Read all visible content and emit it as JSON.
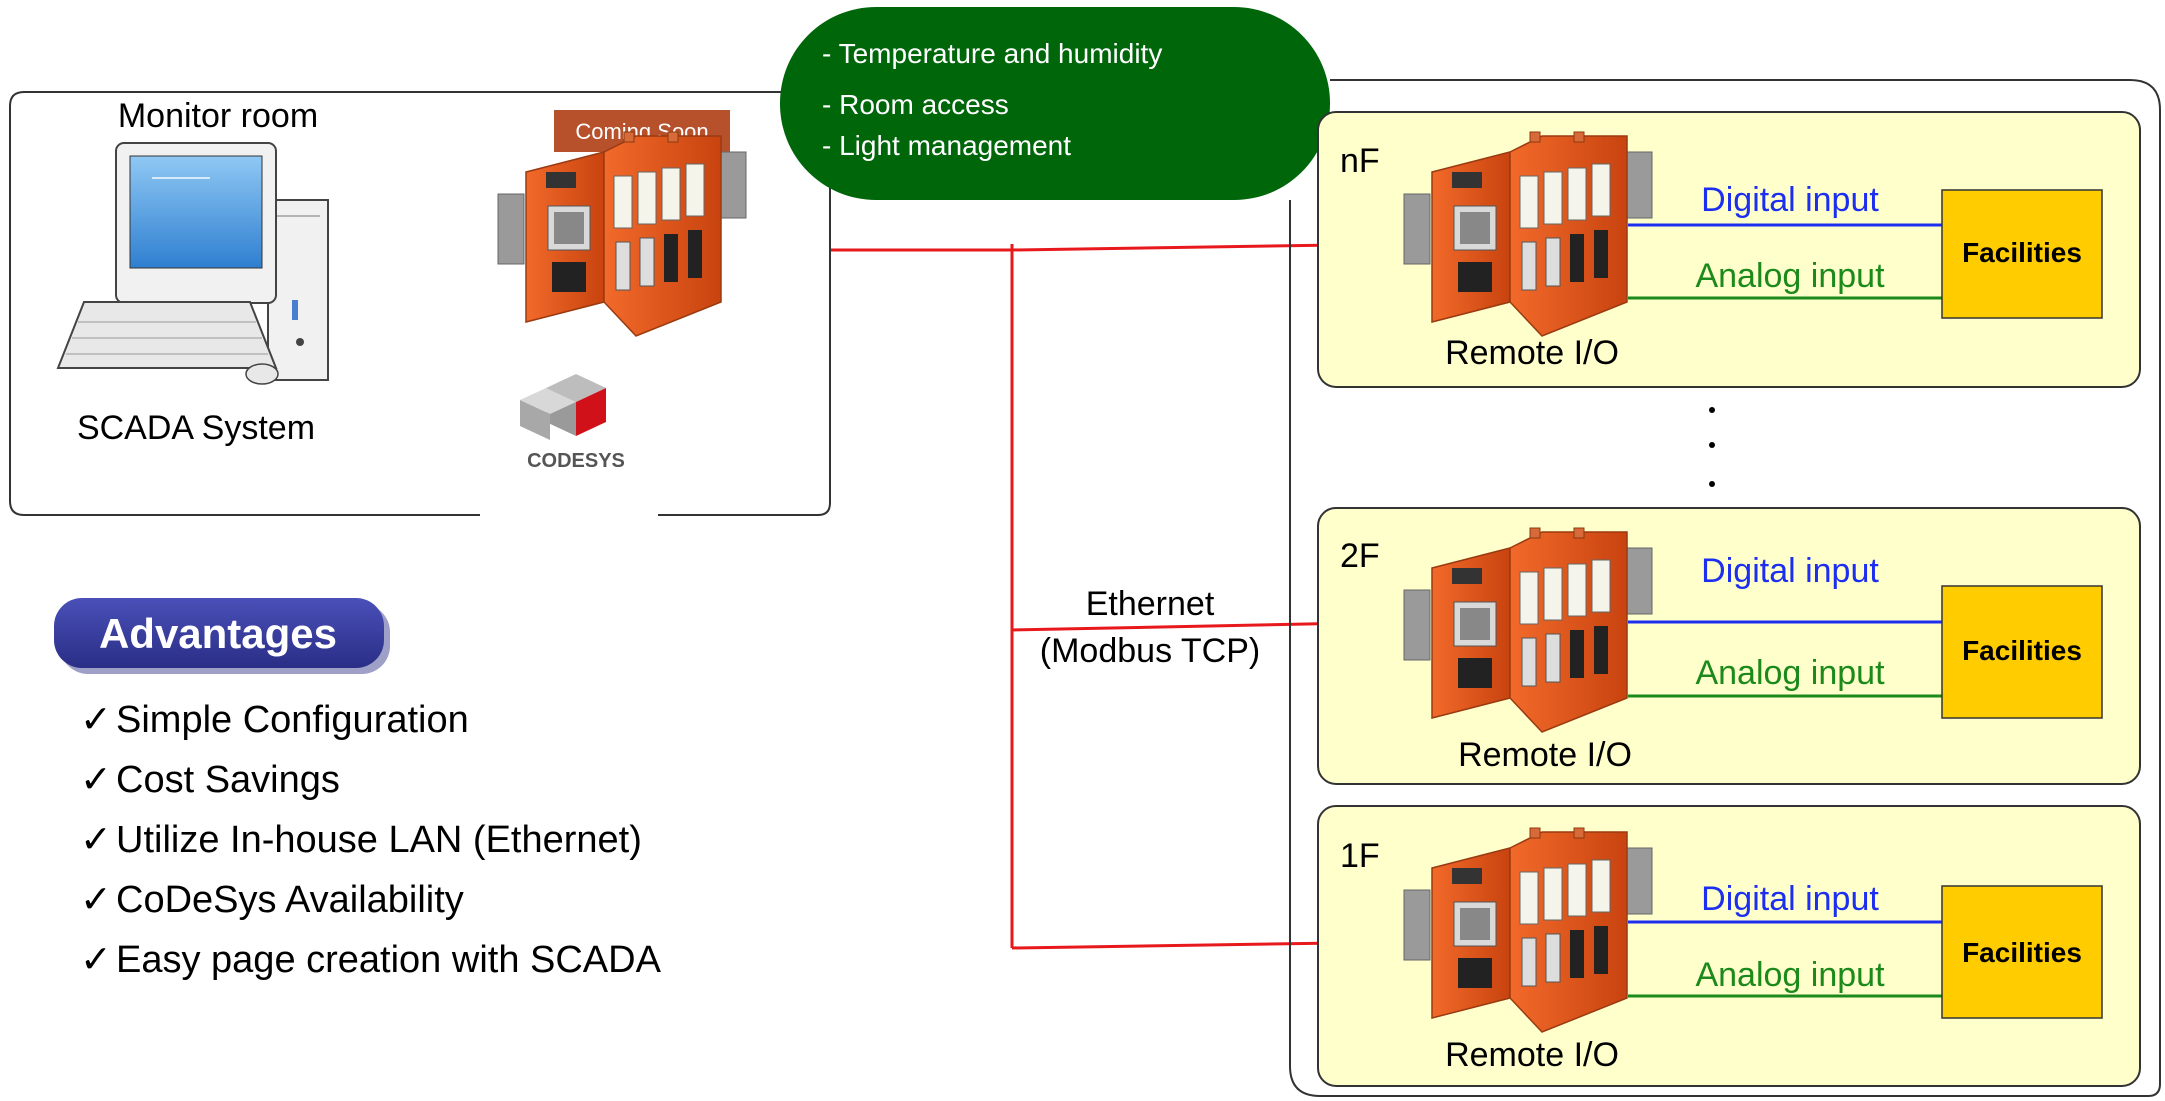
{
  "monitor_room": {
    "title": "Monitor room",
    "scada_label": "SCADA System",
    "coming_soon": "Coming Soon",
    "codesys_logo_text": "CODESYS"
  },
  "features_bubble": {
    "lines": [
      "- Temperature and humidity",
      "- Room  access",
      "- Light management"
    ]
  },
  "network": {
    "ethernet_line1": "Ethernet",
    "ethernet_line2": "(Modbus TCP)"
  },
  "floors": [
    {
      "floor": "nF",
      "remote_label": "Remote I/O",
      "digital_label": "Digital input",
      "analog_label": "Analog input",
      "facilities_label": "Facilities"
    },
    {
      "floor": "2F",
      "remote_label": "Remote I/O",
      "digital_label": "Digital input",
      "analog_label": "Analog input",
      "facilities_label": "Facilities"
    },
    {
      "floor": "1F",
      "remote_label": "Remote I/O",
      "digital_label": "Digital input",
      "analog_label": "Analog input",
      "facilities_label": "Facilities"
    }
  ],
  "advantages": {
    "title": "Advantages",
    "items": [
      "Simple Configuration",
      "Cost Savings",
      "Utilize In-house LAN (Ethernet)",
      "CoDeSys Availability",
      "Easy page creation with SCADA"
    ]
  },
  "colors": {
    "network_line": "#e8191d",
    "digital_line": "#1c2ef0",
    "analog_line": "#1b8a1b",
    "floor_panel_bg": "#ffffcc",
    "facilities_bg": "#ffcc00",
    "bubble_bg": "#00660a",
    "badge_bg": "#353a9c",
    "device_orange": "#e8551a",
    "coming_soon_bg": "#b6512b"
  }
}
